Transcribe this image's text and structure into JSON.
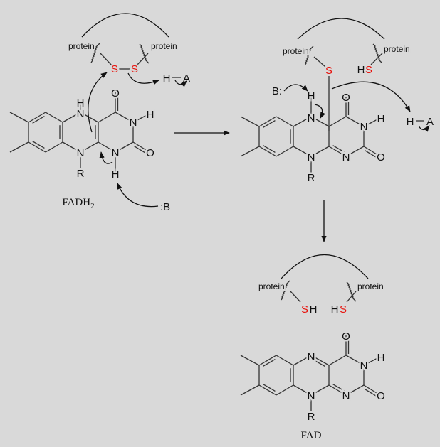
{
  "fadh2": {
    "caption": "FADH",
    "caption_sub": "2",
    "atoms": {
      "n5": "N",
      "h5": "H",
      "n10": "N",
      "r": "R",
      "o4": "O",
      "n3": "N",
      "h3": "H",
      "o2": "O",
      "n1": "N",
      "h1": "H"
    },
    "protein_left": "protein",
    "protein_right": "protein",
    "s1": "S",
    "s2": "S",
    "ha_h": "H",
    "ha_a": "A",
    "base": ":B"
  },
  "intermediate": {
    "atoms": {
      "n5": "N",
      "h5": "H",
      "n10": "N",
      "r": "R",
      "o4": "O",
      "n3": "N",
      "h3": "H",
      "o2": "O",
      "n1": "N"
    },
    "protein_left": "protein",
    "protein_right": "protein",
    "s_bound": "S",
    "hs_h": "H",
    "hs_s": "S",
    "base": "B:",
    "ha_h": "H",
    "ha_a": "A"
  },
  "fad": {
    "caption": "FAD",
    "atoms": {
      "n5": "N",
      "n10": "N",
      "r": "R",
      "o4": "O",
      "n3": "N",
      "h3": "H",
      "o2": "O",
      "n1": "N"
    },
    "protein_left": "protein",
    "protein_right": "protein",
    "sh_s": "S",
    "sh_h": "H",
    "hs_h": "H",
    "hs_s": "S"
  },
  "colors": {
    "sulfur": "#e8120c",
    "background": "#d9d9d9"
  }
}
